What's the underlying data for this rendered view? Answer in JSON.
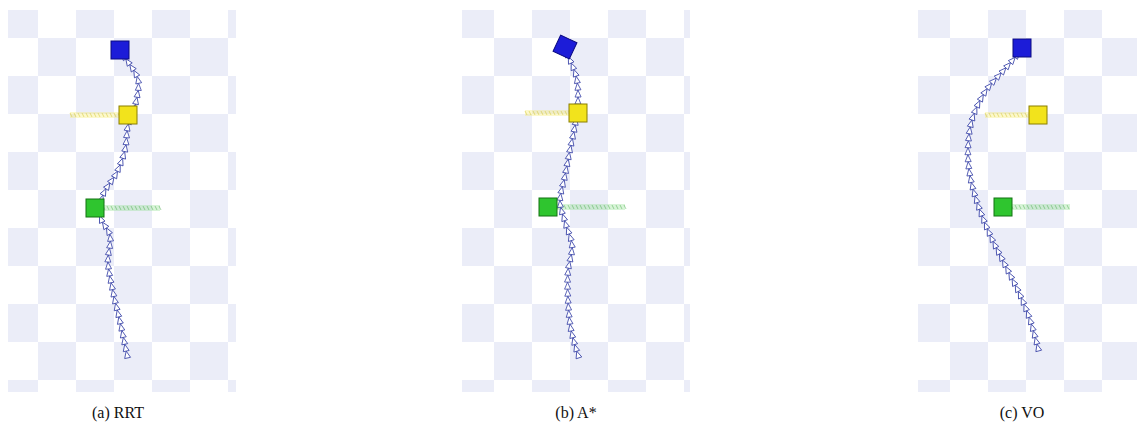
{
  "diagram": {
    "labels": [
      "(a) RRT",
      "(b) A*",
      "(c) VO"
    ]
  }
}
